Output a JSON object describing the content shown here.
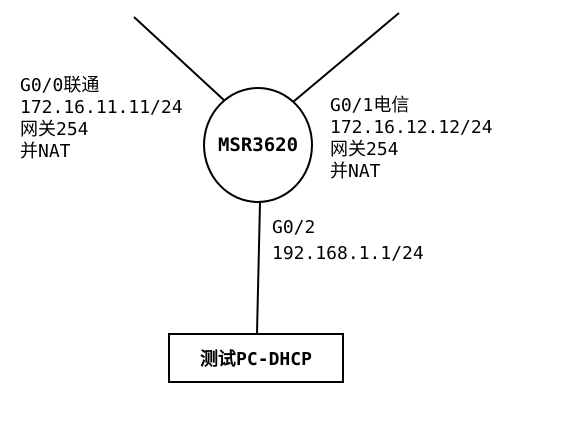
{
  "router": {
    "name": "MSR3620"
  },
  "interfaces": {
    "g00": {
      "port": "G0/0联通",
      "ip": "172.16.11.11/24",
      "gateway": "网关254",
      "nat": "并NAT"
    },
    "g01": {
      "port": "G0/1电信",
      "ip": "172.16.12.12/24",
      "gateway": "网关254",
      "nat": "并NAT"
    },
    "g02": {
      "port": "G0/2",
      "ip": "192.168.1.1/24"
    }
  },
  "pc": {
    "label": "测试PC-DHCP"
  },
  "colors": {
    "stroke": "#000000",
    "background": "#ffffff"
  }
}
